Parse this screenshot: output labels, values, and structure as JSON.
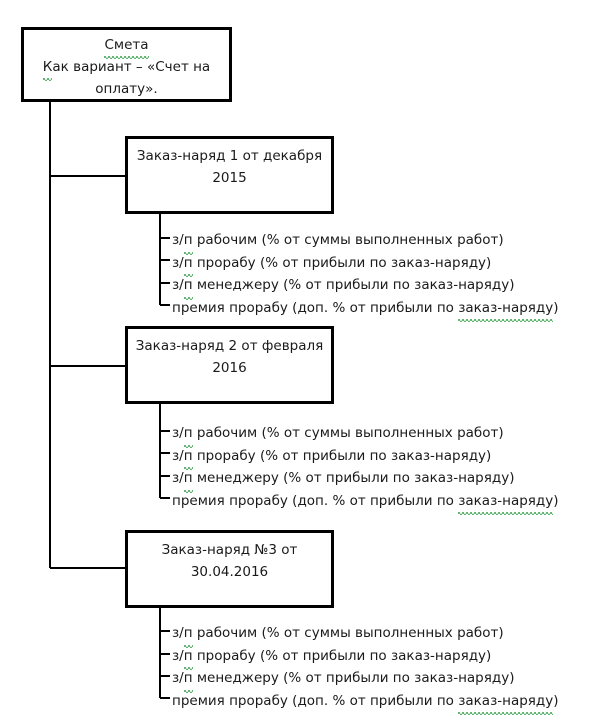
{
  "diagram": {
    "type": "tree",
    "root": {
      "lines": [
        "Смета",
        "Как вариант – «Счет на",
        "оплату»."
      ],
      "text": "Смета\nКак вариант – «Счет на оплату»."
    },
    "branches": [
      {
        "title_lines": [
          "Заказ-наряд 1 от  декабря",
          "2015"
        ],
        "title": "Заказ-наряд 1 от  декабря 2015",
        "leaves": [
          "з/п рабочим (% от суммы выполненных работ)",
          "з/п прорабу (% от прибыли по заказ-наряду)",
          "з/п менеджеру (% от прибыли по заказ-наряду)",
          "премия прорабу (доп. % от прибыли по заказ-наряду)"
        ]
      },
      {
        "title_lines": [
          "Заказ-наряд 2 от февраля",
          "2016"
        ],
        "title": "Заказ-наряд 2 от февраля 2016",
        "leaves": [
          "з/п рабочим (% от суммы выполненных работ)",
          "з/п прорабу (% от прибыли по заказ-наряду)",
          "з/п менеджеру (% от прибыли по заказ-наряду)",
          "премия прорабу (доп. % от прибыли по заказ-наряду)"
        ]
      },
      {
        "title_lines": [
          "Заказ-наряд №3 от",
          "30.04.2016"
        ],
        "title": "Заказ-наряд №3 от 30.04.2016",
        "leaves": [
          "з/п рабочим (% от суммы выполненных работ)",
          "з/п прорабу (% от прибыли по заказ-наряду)",
          "з/п менеджеру (% от прибыли по заказ-наряду)",
          "премия прорабу (доп. % от прибыли по заказ-наряду)"
        ]
      }
    ]
  },
  "colors": {
    "text": "#1a1a1a",
    "box_border": "#000000",
    "connector": "#000000",
    "spellcheck_underline": "#2f9e44",
    "background": "#ffffff"
  }
}
